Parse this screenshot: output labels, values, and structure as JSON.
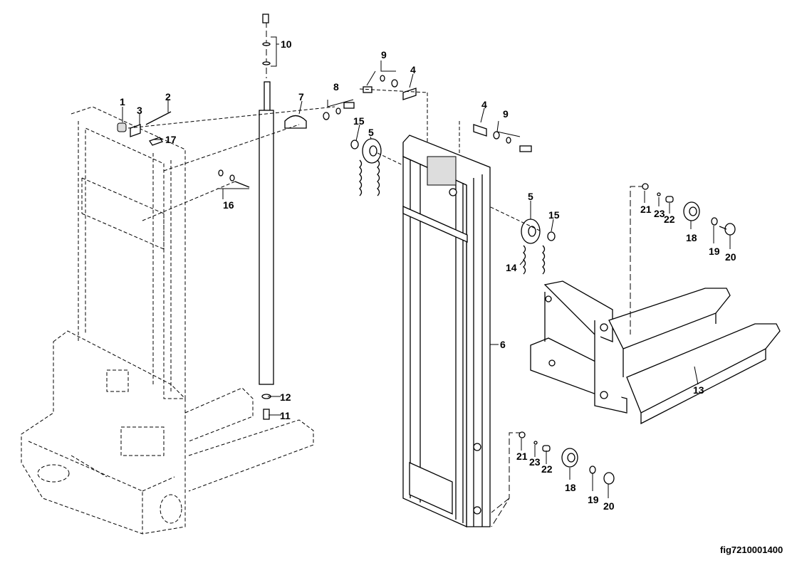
{
  "figure_id": "fig7210001400",
  "callouts": [
    "1",
    "2",
    "3",
    "17",
    "10",
    "7",
    "8",
    "9",
    "4",
    "15",
    "5",
    "4",
    "9",
    "16",
    "5",
    "15",
    "14",
    "6",
    "12",
    "11",
    "13",
    "21",
    "23",
    "22",
    "18",
    "19",
    "20",
    "21",
    "23",
    "22",
    "18",
    "19",
    "20"
  ]
}
